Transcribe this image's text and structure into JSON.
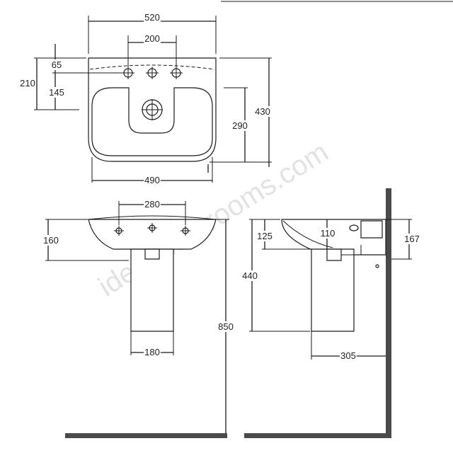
{
  "watermark": "ideal-bathrooms.com",
  "colors": {
    "line": "#1a1a1a",
    "wall": "#4a4a4a",
    "watermark": "#e2e2e2",
    "background": "#ffffff"
  },
  "plan": {
    "overall_width": "520",
    "tap_hole_spacing": "200",
    "bowl_width": "490",
    "tap_hole_offset": "65",
    "back_height": "210",
    "front_height": "145",
    "bowl_depth": "290",
    "overall_depth": "430"
  },
  "front": {
    "tap_hole_spacing": "280",
    "basin_height": "160",
    "pedestal_width": "180",
    "total_height": "850"
  },
  "side": {
    "rim_to_waste": "125",
    "waste_outlet": "110",
    "back_height": "167",
    "pedestal_height": "440",
    "projection": "305"
  }
}
